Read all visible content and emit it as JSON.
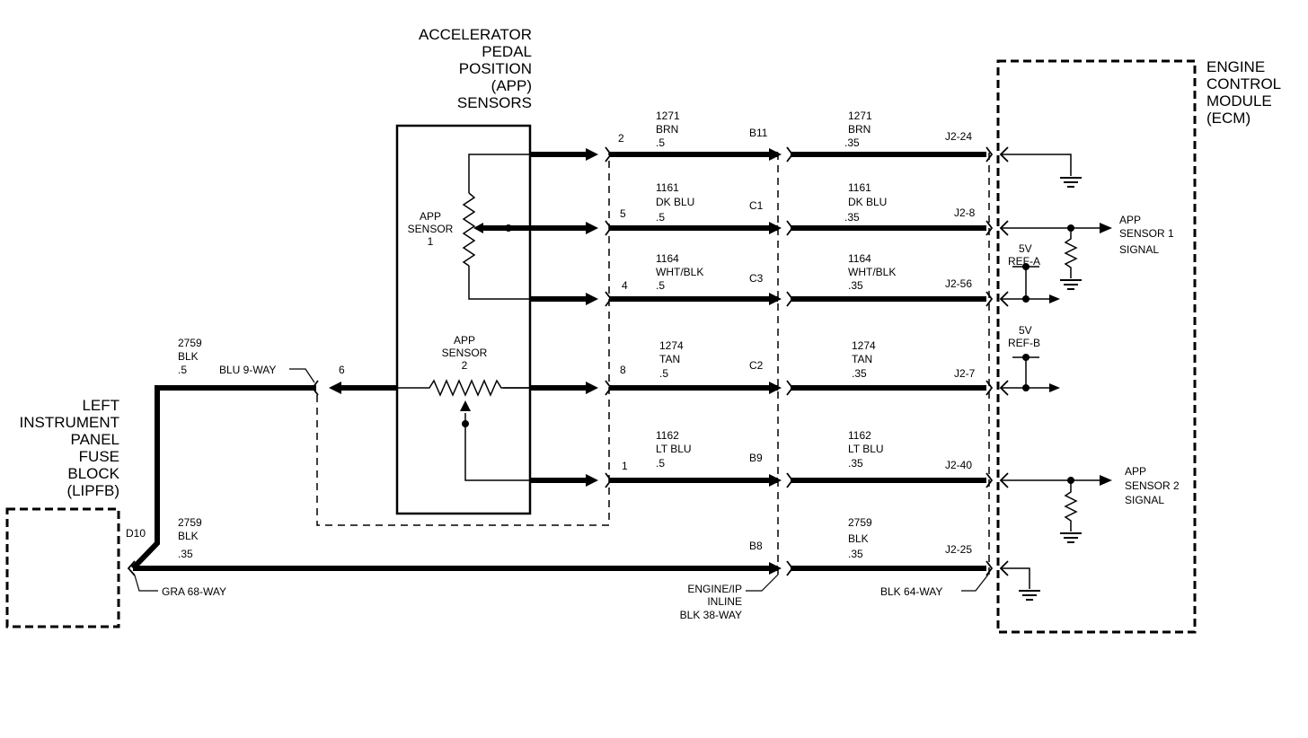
{
  "components": {
    "app_sensors": [
      "ACCELERATOR",
      "PEDAL",
      "POSITION",
      "(APP)",
      "SENSORS"
    ],
    "ecm": [
      "ENGINE",
      "CONTROL",
      "MODULE",
      "(ECM)"
    ],
    "lipfb": [
      "LEFT",
      "INSTRUMENT",
      "PANEL",
      "FUSE",
      "BLOCK",
      "(LIPFB)"
    ],
    "app_sensor_1": [
      "APP",
      "SENSOR",
      "1"
    ],
    "app_sensor_2": [
      "APP",
      "SENSOR",
      "2"
    ]
  },
  "connectors": {
    "blu_9way": "BLU 9-WAY",
    "gra_68way": "GRA 68-WAY",
    "inline": [
      "ENGINE/IP",
      "INLINE",
      "BLK 38-WAY"
    ],
    "blk_64way": "BLK 64-WAY",
    "d10": "D10",
    "pin6": "6"
  },
  "circuits": [
    {
      "pin": "2",
      "circuit": "1271",
      "color": "BRN",
      "gauge_left": ".5",
      "inline_pin": "B11",
      "gauge_right": ".35",
      "ecm_pin": "J2-24"
    },
    {
      "pin": "5",
      "circuit": "1161",
      "color": "DK BLU",
      "gauge_left": ".5",
      "inline_pin": "C1",
      "gauge_right": ".35",
      "ecm_pin": "J2-8"
    },
    {
      "pin": "4",
      "circuit": "1164",
      "color": "WHT/BLK",
      "gauge_left": ".5",
      "inline_pin": "C3",
      "gauge_right": ".35",
      "ecm_pin": "J2-56"
    },
    {
      "pin": "8",
      "circuit": "1274",
      "color": "TAN",
      "gauge_left": ".5",
      "inline_pin": "C2",
      "gauge_right": ".35",
      "ecm_pin": "J2-7"
    },
    {
      "pin": "1",
      "circuit": "1162",
      "color": "LT BLU",
      "gauge_left": ".5",
      "inline_pin": "B9",
      "gauge_right": ".35",
      "ecm_pin": "J2-40"
    },
    {
      "pin": "",
      "circuit": "2759",
      "color": "BLK",
      "gauge_left": "",
      "inline_pin": "B8",
      "gauge_right": ".35",
      "ecm_pin": "J2-25"
    }
  ],
  "ground_wire_upper": {
    "circuit": "2759",
    "color": "BLK",
    "gauge": ".5"
  },
  "ground_wire_lower": {
    "circuit": "2759",
    "color": "BLK",
    "gauge": ".35"
  },
  "ecm_internal": {
    "ref_a": [
      "5V",
      "REF-A"
    ],
    "ref_b": [
      "5V",
      "REF-B"
    ],
    "sensor1_signal": [
      "APP",
      "SENSOR 1",
      "SIGNAL"
    ],
    "sensor2_signal": [
      "APP",
      "SENSOR 2",
      "SIGNAL"
    ]
  }
}
